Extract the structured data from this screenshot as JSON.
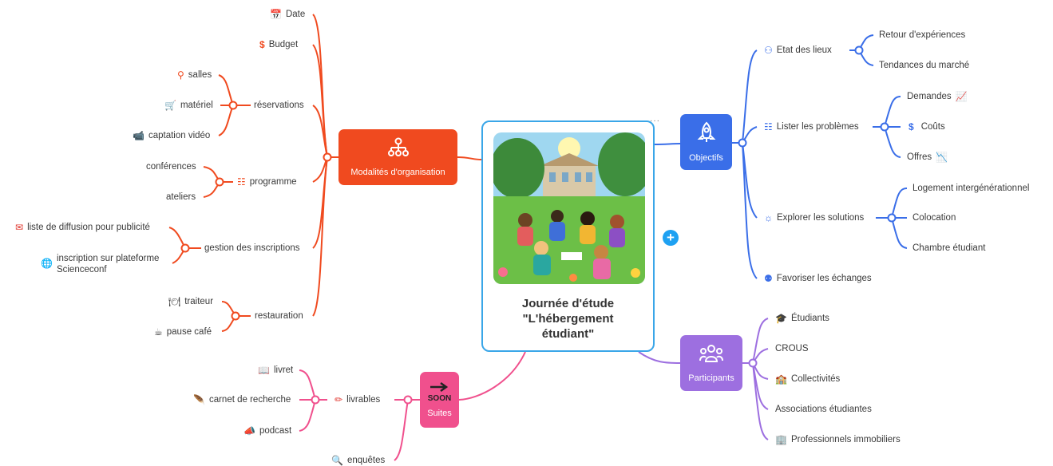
{
  "center": {
    "title": "Journée d'étude\n\"L'hébergement\nétudiant\"",
    "image": "students-illustration"
  },
  "hubs": {
    "modalites": {
      "label": "Modalités d'organisation",
      "icon": "hierarchy-icon",
      "color": "#f04a1f"
    },
    "objectifs": {
      "label": "Objectifs",
      "icon": "rocket-icon",
      "color": "#3a6ee8"
    },
    "participants": {
      "label": "Participants",
      "icon": "group-icon",
      "color": "#9d6fe0"
    },
    "suites": {
      "label": "Suites",
      "icon": "soon-arrow-icon",
      "color": "#f0508d",
      "badge": "SOON"
    }
  },
  "modalites": {
    "date": "Date",
    "budget": "Budget",
    "reservations": "réservations",
    "salles": "salles",
    "materiel": "matériel",
    "captation": "captation vidéo",
    "programme": "programme",
    "conferences": "conférences",
    "ateliers": "ateliers",
    "inscriptions": "gestion des inscriptions",
    "diffusion": "liste de diffusion pour publicité",
    "plateforme_1": "inscription sur plateforme",
    "plateforme_2": "Scienceconf",
    "restauration": "restauration",
    "traiteur": "traiteur",
    "pause": "pause café"
  },
  "objectifs": {
    "etat": "Etat des lieux",
    "retour": "Retour d'expériences",
    "tendances": "Tendances du marché",
    "lister": "Lister les problèmes",
    "demandes": "Demandes",
    "couts": "Coûts",
    "offres": "Offres",
    "explorer": "Explorer les solutions",
    "logement": "Logement intergénérationnel",
    "colocation": "Colocation",
    "chambre": "Chambre étudiant",
    "favoriser": "Favoriser les échanges"
  },
  "participants": {
    "etudiants": "Étudiants",
    "crous": "CROUS",
    "collectivites": "Collectivités",
    "associations": "Associations étudiantes",
    "pros": "Professionnels immobiliers"
  },
  "suites": {
    "livrables": "livrables",
    "livret": "livret",
    "carnet": "carnet de recherche",
    "podcast": "podcast",
    "enquetes": "enquêtes"
  },
  "colors": {
    "orange": "#f04a1f",
    "blue": "#3a6ee8",
    "purple": "#9d6fe0",
    "pink": "#f0508d",
    "frame": "#3aa6e8"
  }
}
